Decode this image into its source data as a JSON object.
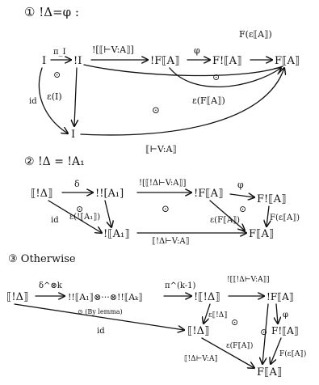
{
  "sections": [
    {
      "heading": "① !Δ=φ :",
      "nodes": {
        "I": "I",
        "bang_I": "!I",
        "bang_F_A": "!F⟦A⟧",
        "F_bang_A": "F!⟦A⟧",
        "F_A": "F⟦A⟧",
        "I_bottom": "I"
      },
      "arrows": {
        "pi_I": "π_I",
        "bang_interp": "![⟦⊢V:A⟧]",
        "phi": "φ",
        "F_eps": "F(ε⟦A⟧)",
        "eps_I": "ε(I)",
        "id": "id",
        "eps_F": "ε(F⟦A⟧)",
        "bottom": "⟦⊢V:A⟧"
      },
      "checks": [
        "⊙",
        "⊙",
        "⊙"
      ]
    },
    {
      "heading": "② !Δ = !A₁",
      "nodes": {
        "src": "⟦!Δ⟧",
        "bangbang": "!![A₁]",
        "bang_F_A": "!F⟦A⟧",
        "F_bang_A": "F!⟦A⟧",
        "F_A": "F⟦A⟧",
        "bang_A1": "!⟦A₁⟧"
      },
      "arrows": {
        "delta": "δ",
        "top": "![⟦!Δ⊢V:A⟧]",
        "phi": "φ",
        "F_eps": "F(ε⟦A⟧)",
        "eps_A1": "ε(!⟦A₁⟧)",
        "id": "id",
        "eps_FA": "ε(F⟦A⟧)",
        "bottom": "⟦!Δ⊢V:A⟧"
      },
      "checks": [
        "⊙",
        "⊙",
        "⊙"
      ]
    },
    {
      "heading": "③ Otherwise",
      "nodes": {
        "src": "⟦!Δ⟧",
        "tensor": "!!⟦A₁⟧⊗···⊗!!⟦Aₖ⟧",
        "mid": "!⟦!Δ⟧",
        "bang_F_A": "!F⟦A⟧",
        "target_mid": "⟦!Δ⟧",
        "F_bang_A": "F!⟦A⟧",
        "F_A": "F⟦A⟧"
      },
      "arrows": {
        "delta_k": "δ^⊗k",
        "pi": "π^(k-1)",
        "top": "![⟦!Δ⊢V:A⟧]",
        "by_lemma": "⊙ (By lemma)",
        "id": "id",
        "eps_D": "ε⟦!Δ⟧",
        "eps_FA": "ε(F⟦A⟧)",
        "phi": "φ",
        "F_eps": "F(ε⟦A⟧)",
        "bottom": "⟦!Δ⊢V:A⟧"
      },
      "checks": [
        "⊙",
        "⊙"
      ]
    }
  ]
}
